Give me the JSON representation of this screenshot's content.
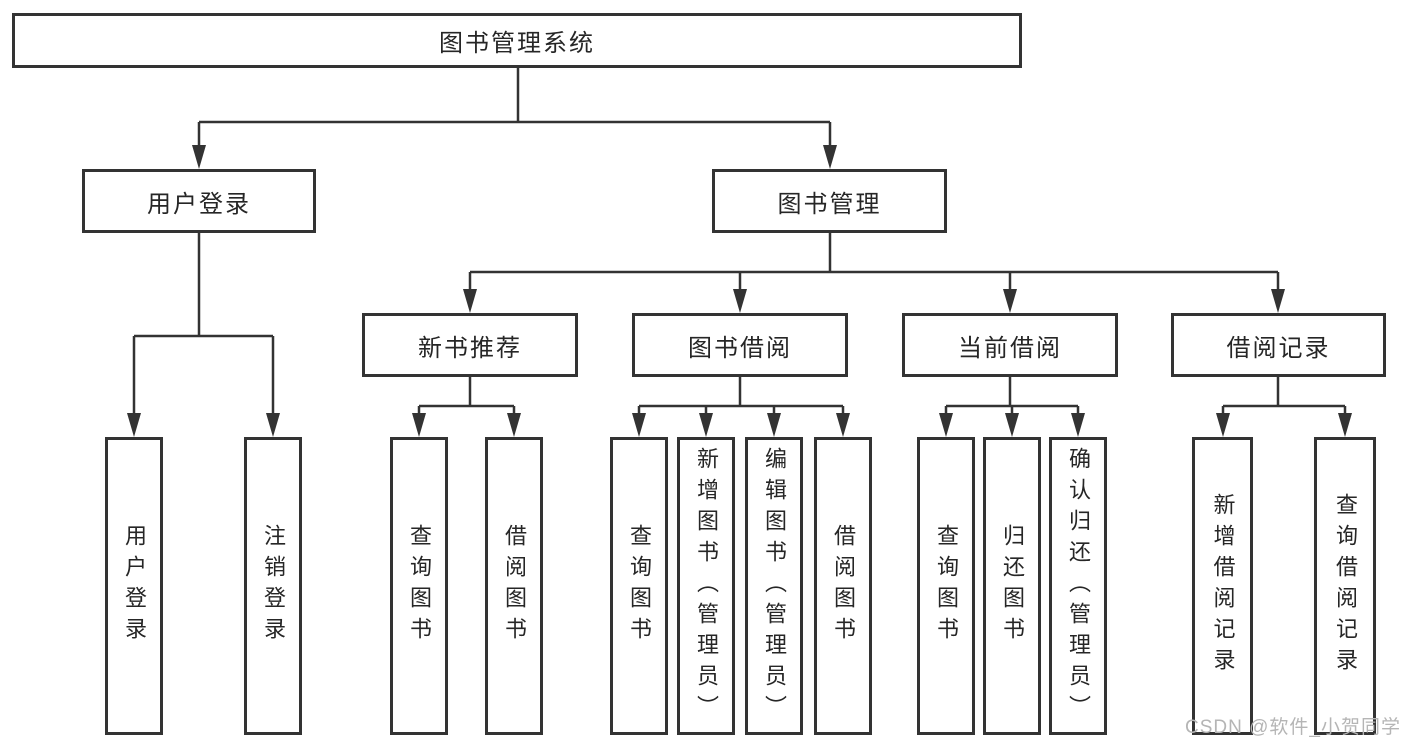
{
  "root": {
    "label": "图书管理系统"
  },
  "branches": [
    {
      "label": "用户登录",
      "children": [
        "用户登录",
        "注销登录"
      ]
    },
    {
      "label": "图书管理",
      "groups": [
        {
          "label": "新书推荐",
          "children": [
            "查询图书",
            "借阅图书"
          ]
        },
        {
          "label": "图书借阅",
          "children": [
            "查询图书",
            "新增图书（管理员）",
            "编辑图书（管理员）",
            "借阅图书"
          ]
        },
        {
          "label": "当前借阅",
          "children": [
            "查询图书",
            "归还图书",
            "确认归还（管理员）"
          ]
        },
        {
          "label": "借阅记录",
          "children": [
            "新增借阅记录",
            "查询借阅记录"
          ]
        }
      ]
    }
  ],
  "watermark": "CSDN @软件_小贺同学",
  "colors": {
    "line": "#333333",
    "text": "#262626",
    "box_background": "#ffffff",
    "watermark": "#b5b5b5"
  }
}
